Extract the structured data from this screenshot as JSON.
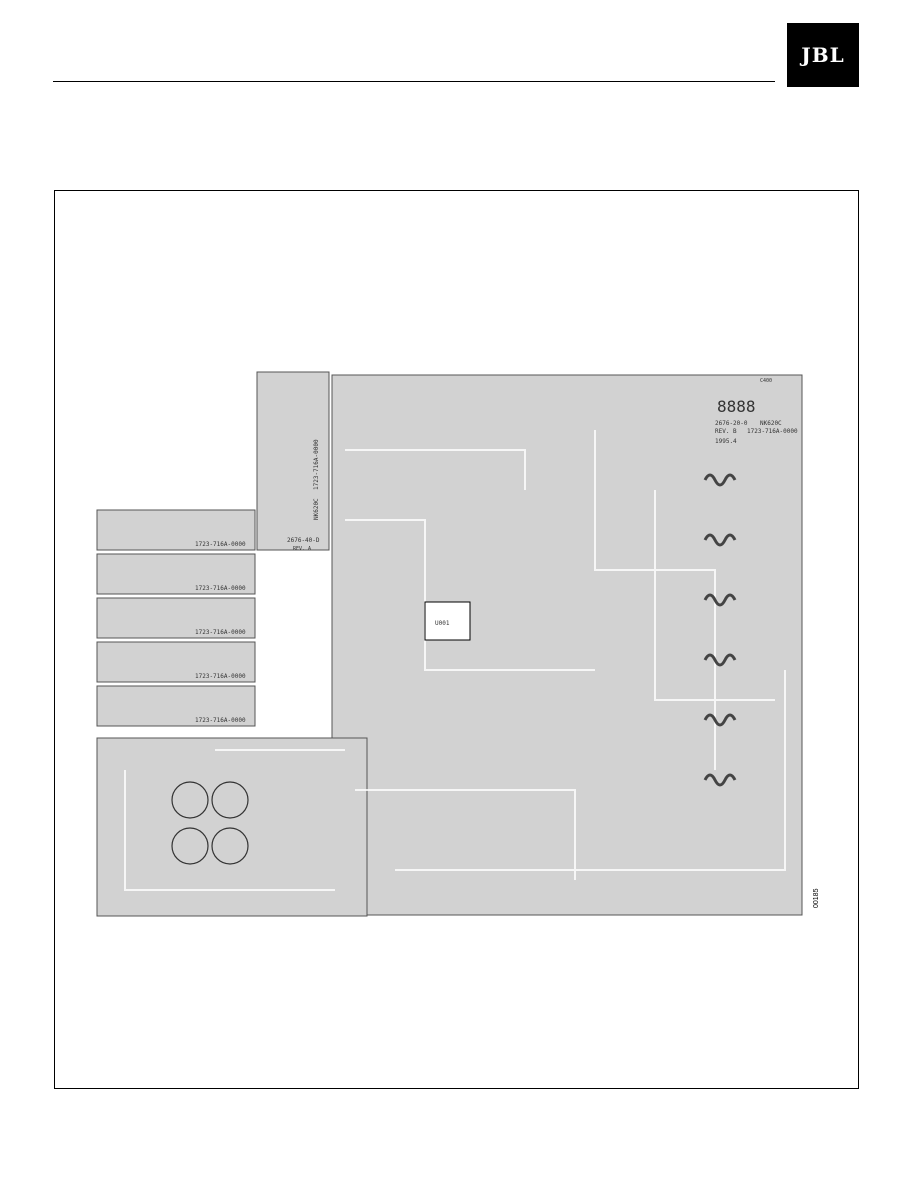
{
  "header": {
    "logo_text": "JBL"
  },
  "board": {
    "display_digits": "8888",
    "board_id_line1": "2676-20-0",
    "board_id_line2": "NK620C",
    "part_no": "1723-716A-0000",
    "rev": "REV. B",
    "date": "1995.4",
    "sub_board_id": "2676-40-D",
    "sub_board_rev": "REV. A",
    "sub_board_part": "1723-716A-0000",
    "sub_board_model": "NK620C",
    "module_part": "1723-716A-0000",
    "ic_label": "U001",
    "c_label": "C400"
  },
  "figure_code": "00185"
}
